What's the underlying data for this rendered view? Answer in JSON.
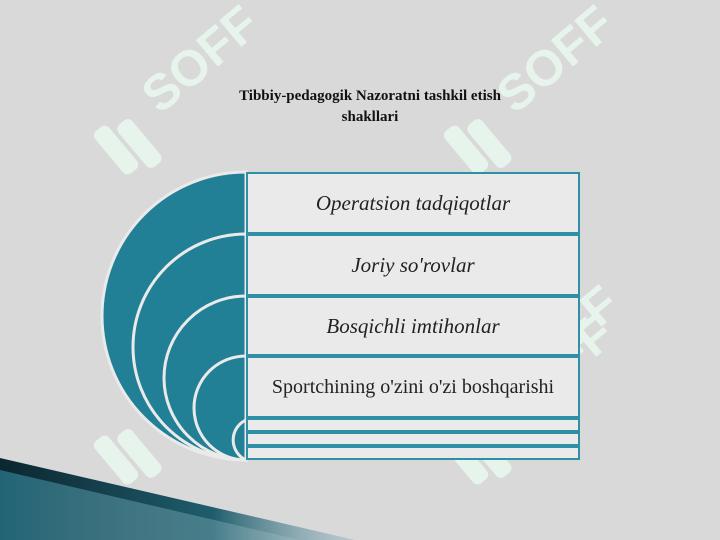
{
  "title": {
    "line1": "Tibbiy-pedagogik Nazoratni tashkil etish",
    "line2": "shakllari"
  },
  "items": [
    {
      "label": "Operatsion tadqiqotlar"
    },
    {
      "label": "Joriy so'rovlar"
    },
    {
      "label": "Bosqichli imtihonlar"
    },
    {
      "label": "Sportchining o'zini o'zi boshqarishi"
    }
  ],
  "watermark": {
    "text": "SOFF"
  },
  "colors": {
    "background": "#d9d9d9",
    "teal": "#217f96",
    "border": "#2e8fa6",
    "box_fill": "#eaeaea",
    "watermark": "#e6f7ee",
    "accent_dark": "#0b2630"
  }
}
